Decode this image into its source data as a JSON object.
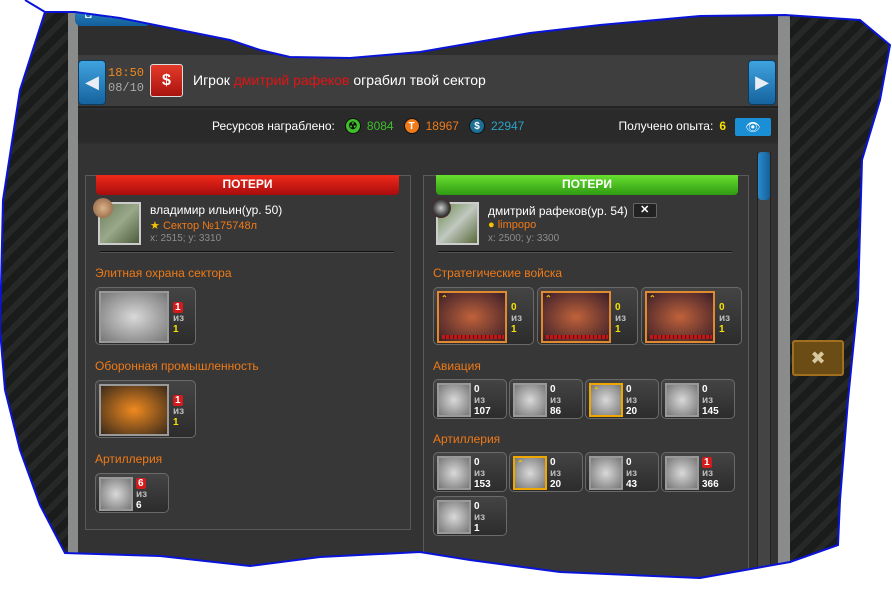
{
  "top_tab": {
    "icons": [
      "screenshot-icon",
      "help-icon"
    ],
    "help_label": "?"
  },
  "notification": {
    "time": "18:50",
    "date": "08/10",
    "icon": "robbery-dollar-icon",
    "icon_glyph": "$",
    "prefix": "Игрок",
    "player": "дмитрий рафеков",
    "suffix": "ограбил твой сектор",
    "prev_glyph": "◀",
    "next_glyph": "▶"
  },
  "resources": {
    "label": "Ресурсов награблено:",
    "items": [
      {
        "icon": "radiation-icon",
        "glyph": "☢",
        "value": "8084",
        "color": "#3fbf2a"
      },
      {
        "icon": "titanium-icon",
        "glyph": "T",
        "value": "18967",
        "color": "#ef7a1a"
      },
      {
        "icon": "credits-icon",
        "glyph": "$",
        "value": "22947",
        "color": "#29a3c9"
      }
    ],
    "xp_label": "Получено опыта:",
    "xp_value": "6",
    "eye_glyph": "👁"
  },
  "left": {
    "header": "ПОТЕРИ",
    "user": {
      "name": "владимир ильин(ур. 50)",
      "sector": "Сектор №175748л",
      "coords": "x: 2515; y: 3310"
    },
    "sections": [
      {
        "title": "Элитная охрана сектора",
        "units": [
          {
            "lost": "1",
            "of": "из",
            "total": "1"
          }
        ]
      },
      {
        "title": "Оборонная промышленность",
        "units": [
          {
            "lost": "1",
            "of": "из",
            "total": "1"
          }
        ]
      },
      {
        "title": "Артиллерия",
        "units": [
          {
            "lost": "6",
            "of": "из",
            "total": "6"
          }
        ]
      }
    ]
  },
  "right": {
    "header": "ПОТЕРИ",
    "user": {
      "name": "дмитрий рафеков(ур. 54)",
      "clan": "limpopo",
      "coords": "x: 2500; y: 3300",
      "close": "✕"
    },
    "sections": [
      {
        "title": "Стратегические войска",
        "units": [
          {
            "lost": "0",
            "of": "из",
            "total": "1"
          },
          {
            "lost": "0",
            "of": "из",
            "total": "1"
          },
          {
            "lost": "0",
            "of": "из",
            "total": "1"
          }
        ]
      },
      {
        "title": "Авиация",
        "units": [
          {
            "lost": "0",
            "of": "из",
            "total": "107"
          },
          {
            "lost": "0",
            "of": "из",
            "total": "86"
          },
          {
            "lost": "0",
            "of": "из",
            "total": "20"
          },
          {
            "lost": "0",
            "of": "из",
            "total": "145"
          }
        ]
      },
      {
        "title": "Артиллерия",
        "units": [
          {
            "lost": "0",
            "of": "из",
            "total": "153"
          },
          {
            "lost": "0",
            "of": "из",
            "total": "20"
          },
          {
            "lost": "0",
            "of": "из",
            "total": "43"
          },
          {
            "lost": "1",
            "of": "из",
            "total": "366"
          },
          {
            "lost": "0",
            "of": "из",
            "total": "1"
          }
        ]
      }
    ]
  },
  "colors": {
    "accent_orange": "#f07a17",
    "loss_red": "#d21b1b",
    "win_green": "#4fc21f",
    "button_blue": "#1a8fd6"
  }
}
